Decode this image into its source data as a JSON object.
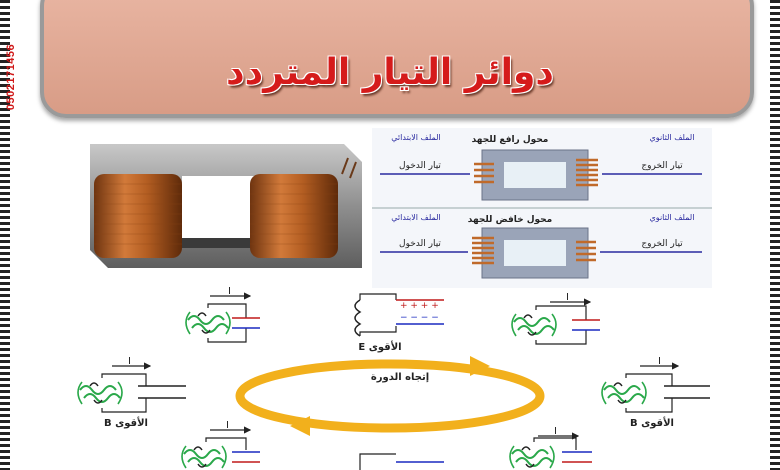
{
  "side_text": "0502171456",
  "title": "دوائر التيار المتردد",
  "transformer_step_up": {
    "name": "محول رافع للجهد",
    "primary": "الملف الابتدائي",
    "secondary": "الملف الثانوي",
    "input": "تيار الدخول",
    "output": "تيار الخروج"
  },
  "transformer_step_down": {
    "name": "محول خافض للجهد",
    "primary": "الملف الابتدائي",
    "secondary": "الملف الثانوي",
    "input": "تيار الدخول",
    "output": "تيار الخروج"
  },
  "oscillation": {
    "cycle_direction": "إتجاه الدورة",
    "current_symbol": "I",
    "strongest_E": "الأقوى E",
    "strongest_B": "الأقوى B"
  },
  "colors": {
    "title": "#d51b1b",
    "banner": "#e4ae9a",
    "copper": "#c06a2a",
    "coil_green": "#2aa84a",
    "arrow_yellow": "#f2b01c"
  }
}
